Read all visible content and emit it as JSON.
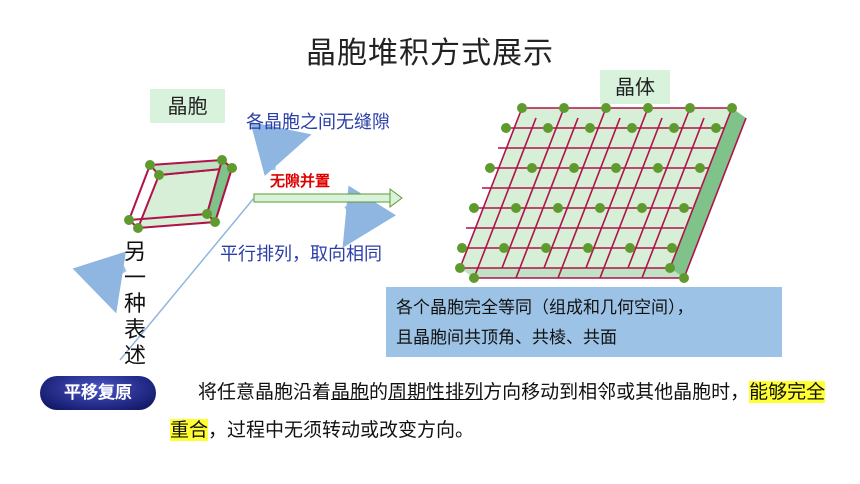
{
  "title": "晶胞堆积方式展示",
  "labels": {
    "unit_cell": "晶胞",
    "crystal": "晶体",
    "no_gap": "各晶胞之间无缝隙",
    "arrangement": "无隙并置",
    "orientation": "平行排列，取向相同",
    "alternative": [
      "另",
      "一",
      "种",
      "表",
      "述"
    ]
  },
  "info_box": {
    "line1": "各个晶胞完全等同（组成和几何空间），",
    "line2": "且晶胞间共顶角、共棱、共面"
  },
  "translation": {
    "badge": "平移复原",
    "text_part1": "将任意晶胞沿着",
    "text_ul1": "晶胞",
    "text_part2": "的",
    "text_ul2": "周期性排列",
    "text_part3": "方向移动到相邻或其他晶胞时，",
    "text_highlight": "能够完全重合",
    "text_part4": "，过程中无须转动或改变方向。"
  },
  "colors": {
    "lattice_line": "#b0124a",
    "node": "#5e9a2e",
    "face": "#d6efd6",
    "info_bg": "#9cc3e6",
    "arrow": "#9cc3e6"
  }
}
